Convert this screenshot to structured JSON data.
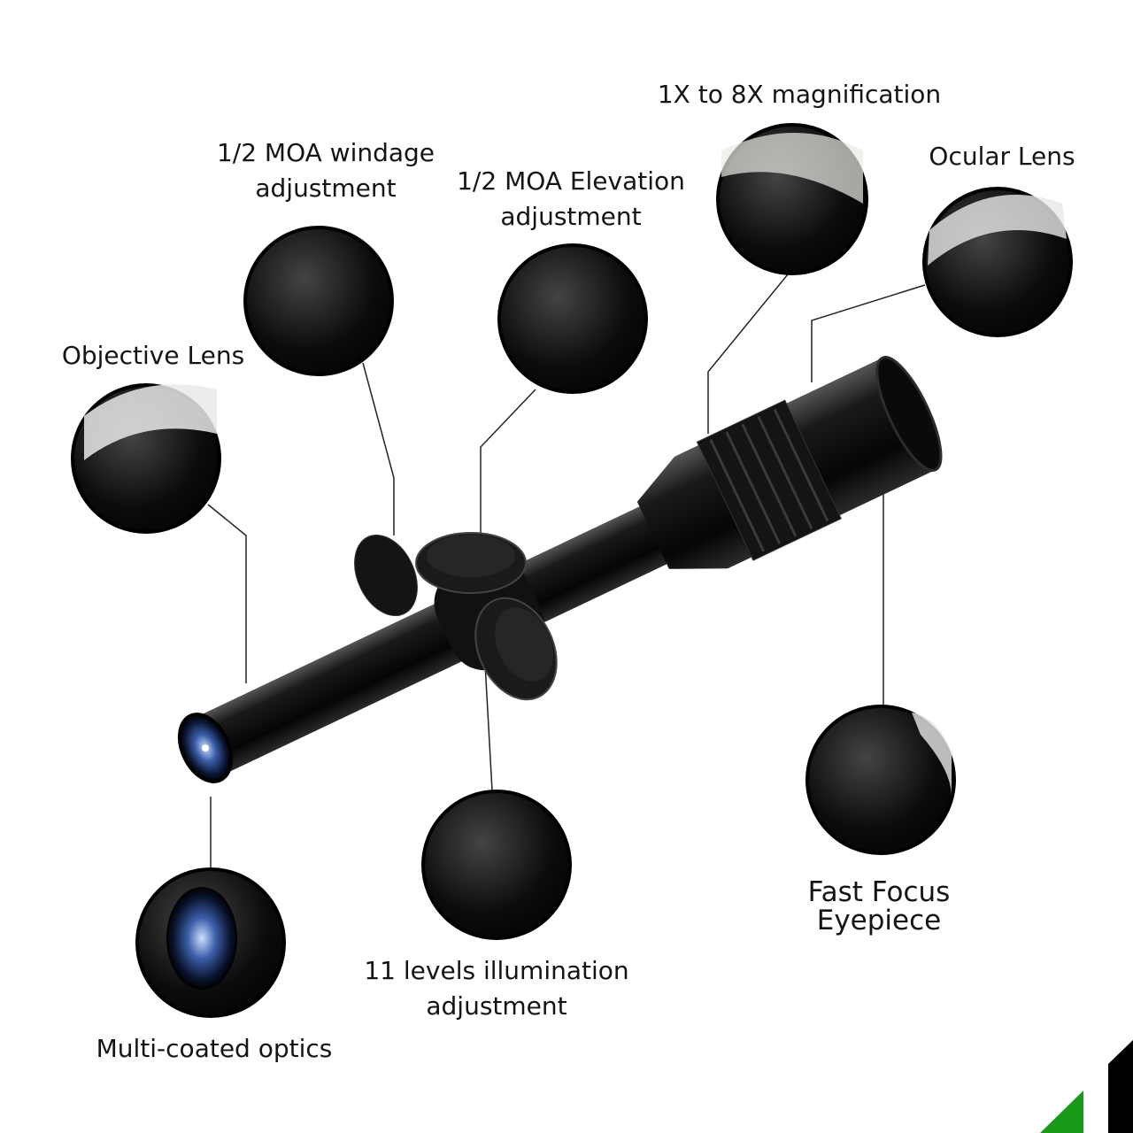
{
  "callouts": {
    "magnification": {
      "line1": "1X to 8X magnification"
    },
    "ocular": {
      "line1": "Ocular Lens"
    },
    "windage": {
      "line1": "1/2 MOA windage",
      "line2": "adjustment"
    },
    "elevation": {
      "line1": "1/2 MOA Elevation",
      "line2": "adjustment"
    },
    "objective": {
      "line1": "Objective Lens"
    },
    "optics": {
      "line1": "Multi-coated optics"
    },
    "illumination": {
      "line1": "11 levels illumination",
      "line2": "adjustment"
    },
    "eyepiece": {
      "line1": "Fast Focus",
      "line2": "Eyepiece"
    }
  },
  "colors": {
    "scope": "#111111",
    "callout_bg": "#e9e9e6",
    "leader": "#222222",
    "corner_green": "#1a9a1a",
    "corner_black": "#000000"
  }
}
